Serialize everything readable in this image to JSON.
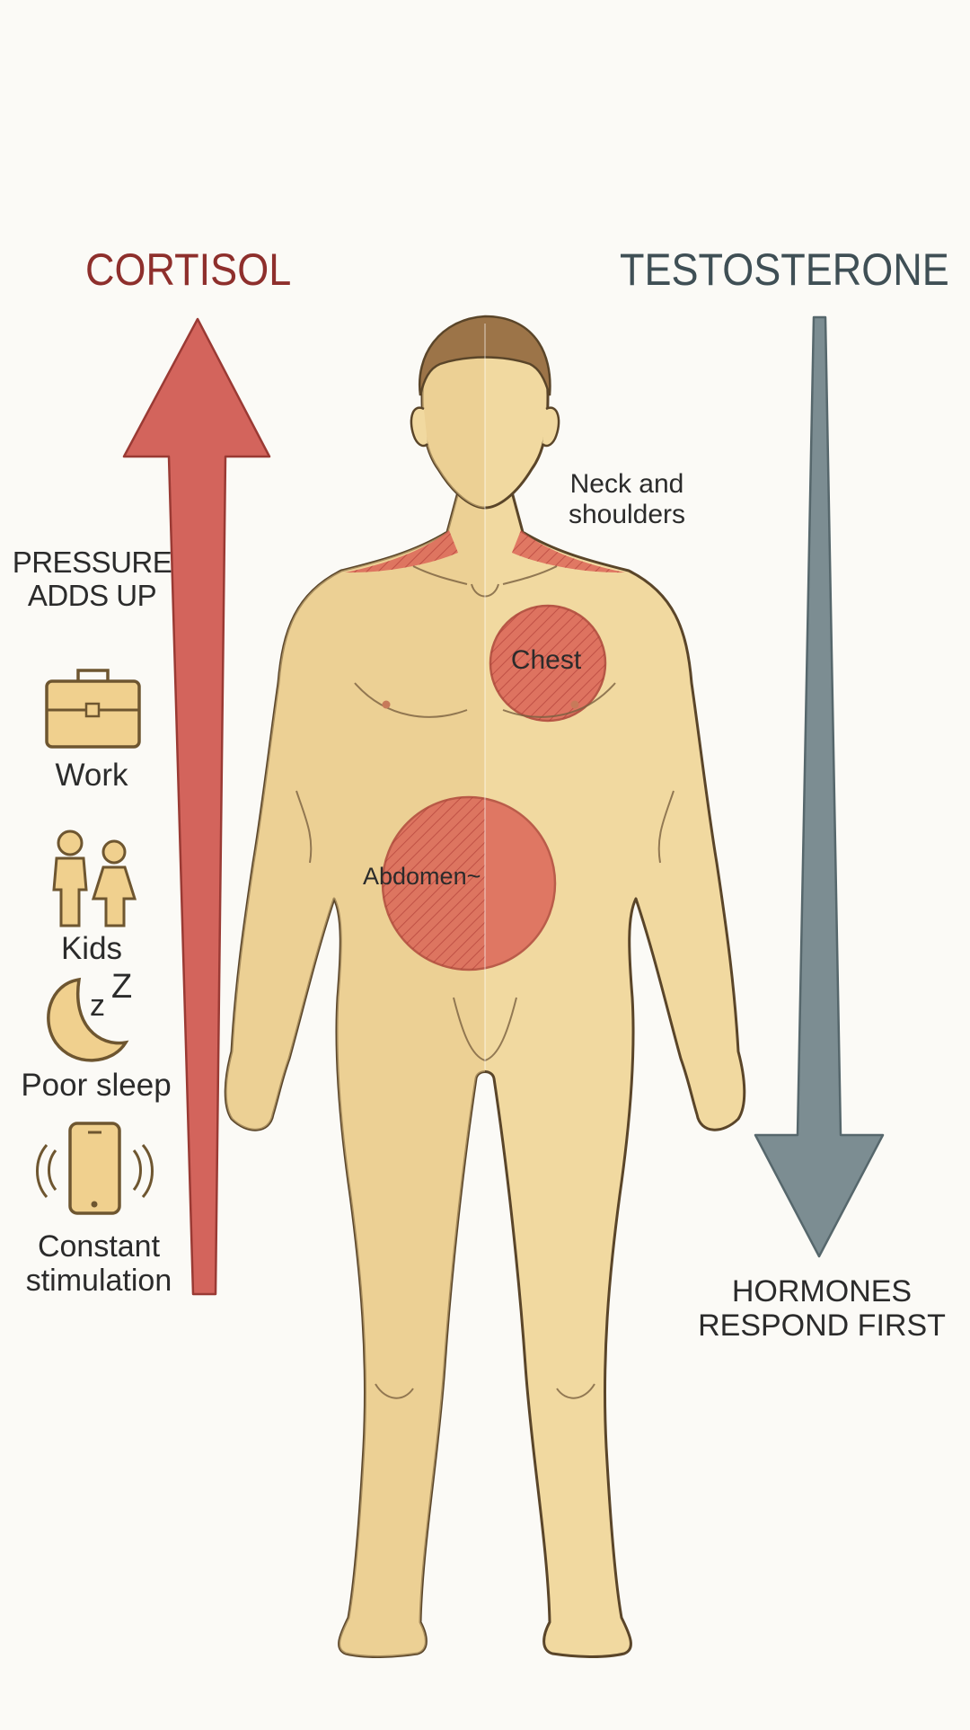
{
  "titles": {
    "left": "CORTISOL",
    "right": "TESTOSTERONE"
  },
  "left_caption": "PRESSURE\nADDS UP",
  "stressors": [
    {
      "label": "Work",
      "icon": "briefcase-icon"
    },
    {
      "label": "Kids",
      "icon": "children-icon"
    },
    {
      "label": "Poor sleep",
      "icon": "moon-zzz-icon"
    },
    {
      "label": "Constant\nstimulation",
      "icon": "vibrating-phone-icon"
    }
  ],
  "body_regions": {
    "neck": "Neck and\nshoulders",
    "chest": "Chest",
    "abdomen": "Abdomen~"
  },
  "right_caption": "HORMONES\nRESPOND FIRST",
  "colors": {
    "cortisol": "#c9524c",
    "cortisol_title": "#8e2f2c",
    "testosterone": "#6f858c",
    "testosterone_title": "#3f4f55",
    "skin": "#f1d9a0",
    "skin_shadow": "#e6c98a",
    "outline": "#5a4529",
    "hair": "#9c7448",
    "region": "#d9574f",
    "icon_fill": "#f0d08e",
    "icon_stroke": "#6e5630"
  }
}
